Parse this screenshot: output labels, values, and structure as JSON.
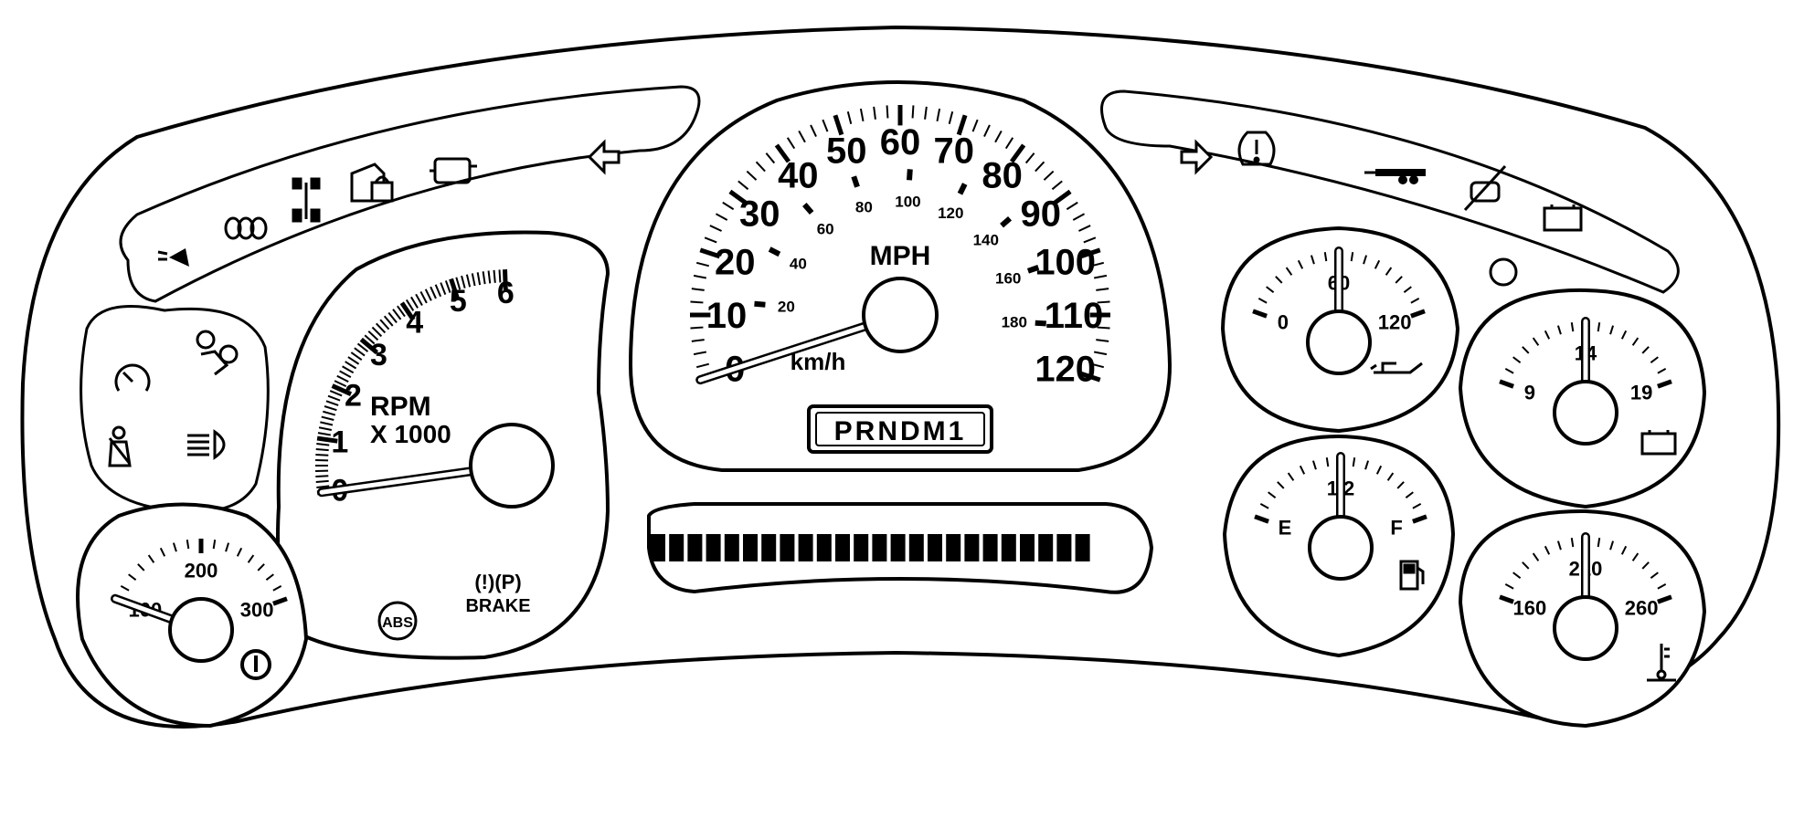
{
  "speedometer": {
    "unit_mph": "MPH",
    "unit_kmh": "km/h",
    "mph_labels": [
      "0",
      "10",
      "20",
      "30",
      "40",
      "50",
      "60",
      "70",
      "80",
      "90",
      "100",
      "110",
      "120"
    ],
    "kmh_labels": [
      "20",
      "40",
      "60",
      "80",
      "100",
      "120",
      "140",
      "160",
      "180"
    ],
    "needle_mph": 0
  },
  "tachometer": {
    "label_rpm": "RPM",
    "label_multiplier": "X 1000",
    "labels": [
      "0",
      "1",
      "2",
      "3",
      "4",
      "5",
      "6"
    ],
    "needle_rpm_x1000": 0
  },
  "prndl": {
    "text": "PRNDM1"
  },
  "trans_temp": {
    "labels": [
      "100",
      "200",
      "300"
    ],
    "needle": 100
  },
  "oil_pressure": {
    "labels": [
      "0",
      "60",
      "120"
    ],
    "needle": 60
  },
  "voltmeter": {
    "labels": [
      "9",
      "14",
      "19"
    ],
    "needle": 14
  },
  "fuel": {
    "labels": [
      "E",
      "1/2",
      "F"
    ],
    "needle": 0.5
  },
  "coolant_temp": {
    "labels": [
      "160",
      "210",
      "260"
    ],
    "needle": 210
  },
  "indicators": {
    "abs": "ABS",
    "brake": "BRAKE",
    "brake_symbols": "(!)(P)"
  },
  "icons": [
    "headlamp-icon",
    "tow-haul-icon",
    "four-wheel-drive-icon",
    "security-icon",
    "check-engine-icon",
    "left-turn-arrow-icon",
    "right-turn-arrow-icon",
    "tire-pressure-icon",
    "trailer-icon",
    "traction-off-icon",
    "battery-icon",
    "cruise-icon",
    "airbag-icon",
    "seatbelt-icon",
    "high-beam-icon",
    "trans-temp-icon",
    "oil-can-icon",
    "fuel-pump-icon",
    "coolant-temp-icon"
  ]
}
